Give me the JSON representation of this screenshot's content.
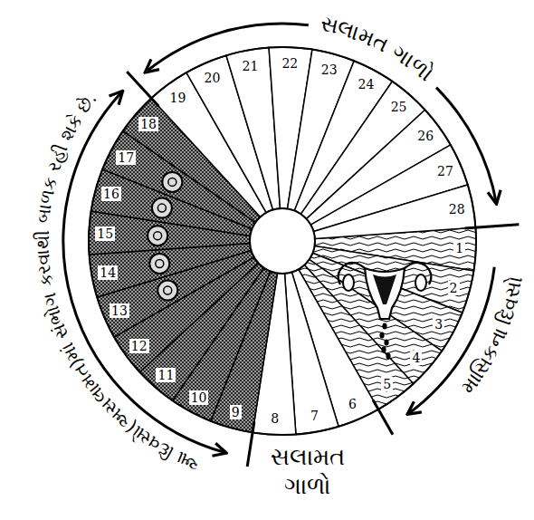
{
  "diagram": {
    "labels": [
      "સલામત ગાળો",
      "માસિકના દિવસો",
      "સલામત ગાળો",
      "આ દિવસો(અસલામત)માં સંભોગ કરવાથી બાળક રહી શકે છે.",
      "1",
      "2",
      "3",
      "4",
      "5",
      "6",
      "7",
      "8",
      "9",
      "10",
      "11",
      "12",
      "13",
      "14",
      "15",
      "16",
      "17",
      "18",
      "19",
      "20",
      "21",
      "22",
      "23",
      "24",
      "25",
      "26",
      "27",
      "28"
    ]
  }
}
